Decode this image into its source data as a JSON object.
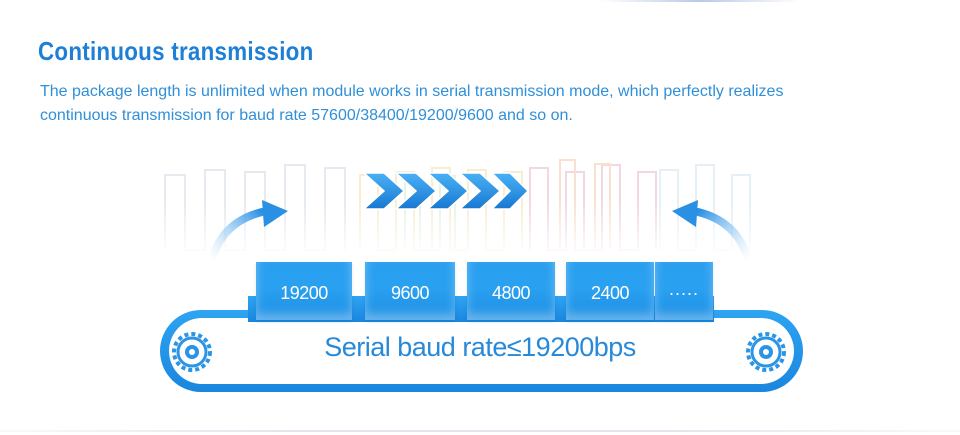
{
  "header": {
    "title": "Continuous transmission",
    "description_line1": "The package length is unlimited when module works in serial transmission mode, which perfectly realizes",
    "description_line2": "continuous transmission for baud rate 57600/38400/19200/9600 and so on."
  },
  "conveyor": {
    "chips": [
      "19200",
      "9600",
      "4800",
      "2400",
      "....."
    ],
    "label": "Serial baud rate≤19200bps"
  },
  "colors": {
    "title": "#1e7fd6",
    "text": "#2f8fd8",
    "chip": "#2aa0f0",
    "belt_border": "#2b9be8",
    "arrow": "#2a90e4"
  },
  "icons": [
    "forward-chevrons-icon",
    "curved-arrow-icon",
    "gear-icon"
  ]
}
